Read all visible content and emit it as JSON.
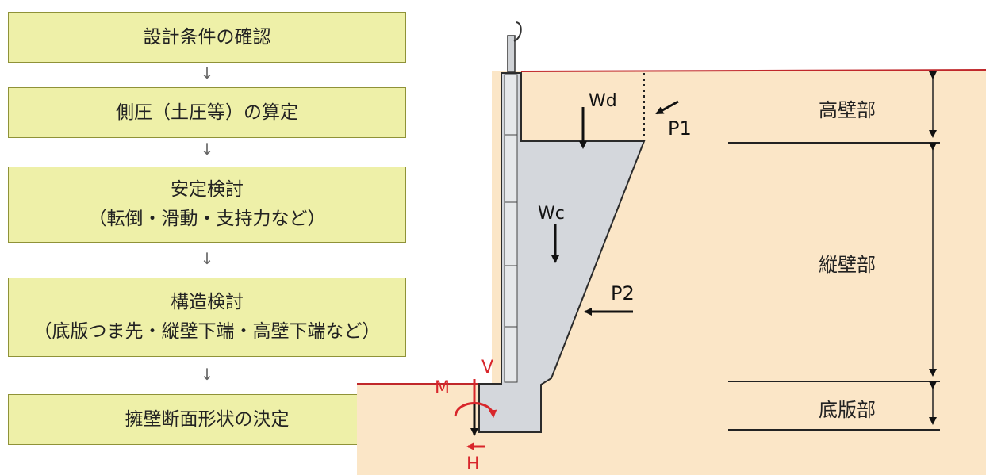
{
  "flowchart": {
    "steps": [
      {
        "lines": [
          "設計条件の確認"
        ]
      },
      {
        "lines": [
          "側圧（土圧等）の算定"
        ]
      },
      {
        "lines": [
          "安定検討",
          "（転倒・滑動・支持力など）"
        ]
      },
      {
        "lines": [
          "構造検討",
          "（底版つま先・縦壁下端・高壁下端など）"
        ]
      },
      {
        "lines": [
          "擁壁断面形状の決定"
        ]
      }
    ],
    "arrow": "↓"
  },
  "diagram": {
    "labels": {
      "wd": "Wd",
      "wc": "Wc",
      "p1": "P1",
      "p2": "P2",
      "m": "M",
      "v": "V",
      "h": "H"
    },
    "sections": {
      "high_wall": "高壁部",
      "vertical_wall": "縦壁部",
      "base_slab": "底版部"
    },
    "colors": {
      "soil": "#fbe6c7",
      "concrete": "#d4d7dc",
      "wall_face": "#e6e8ea",
      "ground_line": "#c0282b",
      "force_red": "#d8262b",
      "box_fill": "#eef0a8",
      "box_border": "#8f9238"
    }
  }
}
